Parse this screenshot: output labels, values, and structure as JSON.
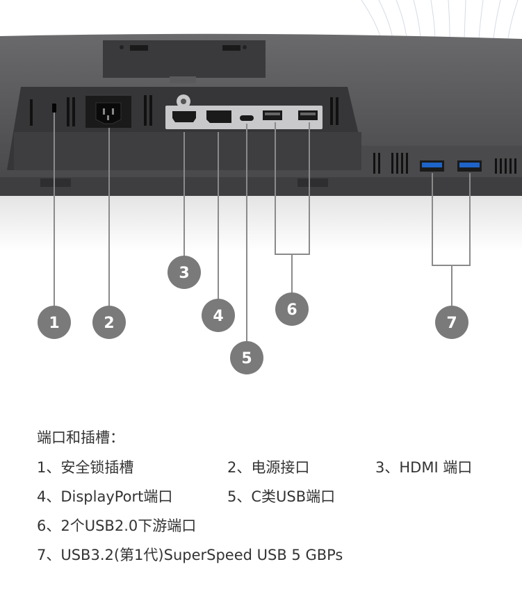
{
  "colors": {
    "monitor_body": "#4e4e50",
    "monitor_dark": "#2a2a2c",
    "port_panel": "#c9c9cb",
    "callout_circle": "#7a7a7a",
    "usb3_blue": "#1e64c8",
    "line": "#8a8a8a",
    "text": "#333333"
  },
  "callouts": [
    {
      "number": "1"
    },
    {
      "number": "2"
    },
    {
      "number": "3"
    },
    {
      "number": "4"
    },
    {
      "number": "5"
    },
    {
      "number": "6"
    },
    {
      "number": "7"
    }
  ],
  "legend": {
    "title": "端口和插槽：",
    "items": [
      {
        "text": "1、安全锁插槽"
      },
      {
        "text": "2、电源接口"
      },
      {
        "text": "3、HDMI 端口"
      },
      {
        "text": "4、DisplayPort端口"
      },
      {
        "text": "5、C类USB端口"
      },
      {
        "text": "6、2个USB2.0下游端口"
      },
      {
        "text": "7、USB3.2(第1代)SuperSpeed USB 5 GBPs"
      }
    ]
  }
}
